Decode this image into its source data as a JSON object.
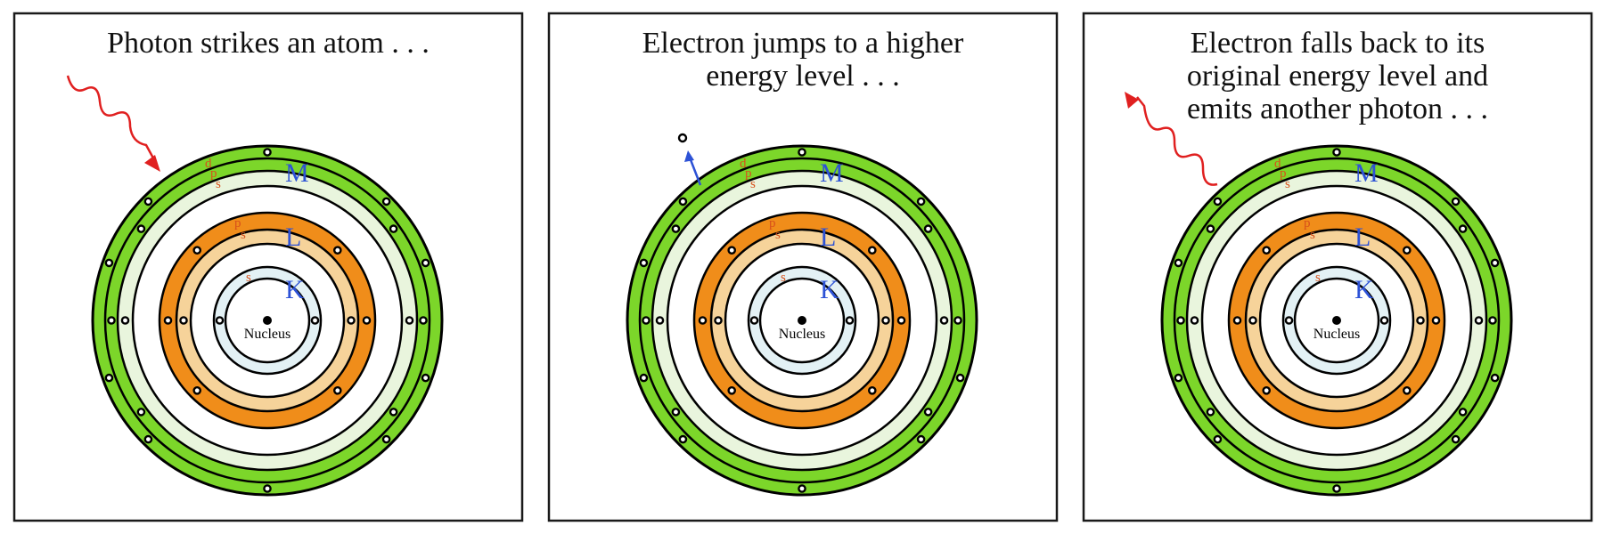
{
  "colors": {
    "frame": "#1a1a1a",
    "shell_outline": "#000000",
    "m_outer": "#7cd62a",
    "m_inner": "#e9f5dd",
    "l_outer": "#f08d1a",
    "l_inner": "#f6d39a",
    "k_inner": "#e3f1f5",
    "gap": "#ffffff",
    "photon": "#e02020",
    "shell_letter": "#2d52d6",
    "sub_letter": "#d8501a",
    "transition": "#2d52d6"
  },
  "panels": [
    {
      "caption_lines": [
        "Photon strikes an atom . . ."
      ],
      "nucleus_label": "Nucleus",
      "shell_labels": {
        "k": "K",
        "l": "L",
        "m": "M"
      },
      "subshell_labels": {
        "k": [
          "s"
        ],
        "l": [
          "p",
          "s"
        ],
        "m": [
          "d",
          "p",
          "s"
        ]
      },
      "event": "photon-incoming"
    },
    {
      "caption_lines": [
        "Electron jumps to a higher",
        "energy level . . ."
      ],
      "nucleus_label": "Nucleus",
      "shell_labels": {
        "k": "K",
        "l": "L",
        "m": "M"
      },
      "subshell_labels": {
        "k": [
          "s"
        ],
        "l": [
          "p",
          "s"
        ],
        "m": [
          "d",
          "p",
          "s"
        ]
      },
      "event": "electron-excited"
    },
    {
      "caption_lines": [
        "Electron falls back to its",
        "original energy level and",
        "emits another photon . . ."
      ],
      "nucleus_label": "Nucleus",
      "shell_labels": {
        "k": "K",
        "l": "L",
        "m": "M"
      },
      "subshell_labels": {
        "k": [
          "s"
        ],
        "l": [
          "p",
          "s"
        ],
        "m": [
          "d",
          "p",
          "s"
        ]
      },
      "event": "photon-emitted"
    }
  ]
}
